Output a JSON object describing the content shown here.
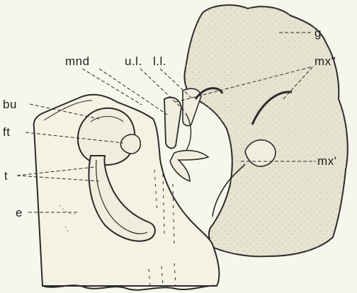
{
  "labels": {
    "mnd": "mnd",
    "ul": "u.l.",
    "ll": "l.l.",
    "g": "g",
    "mx2": "mx\"",
    "bu": "bu",
    "ft": "ft",
    "mx1": "mx'",
    "t": "t",
    "e": "e"
  },
  "colors": {
    "background": "#f7f6ec",
    "tissue": "#e6e3d1",
    "stipple": "#b9b6a2",
    "ink": "#2a2a2a"
  }
}
